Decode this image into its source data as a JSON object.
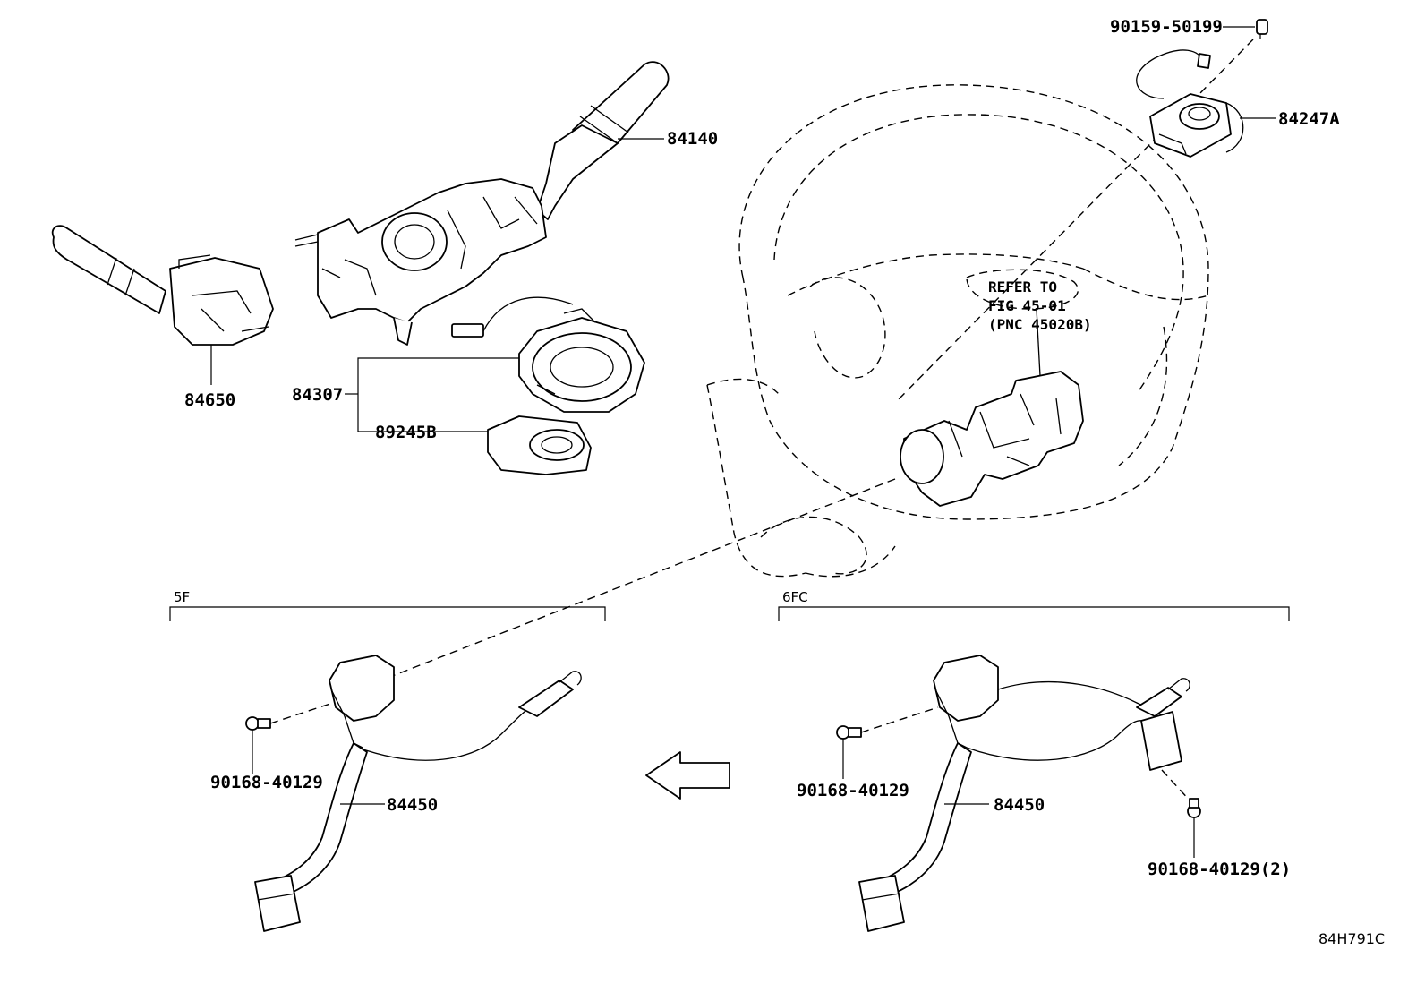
{
  "diagram": {
    "drawing_code": "84H791C",
    "variants": {
      "left": "5F",
      "right": "6FC"
    },
    "reference_note": [
      "REFER TO",
      "FIG 45-01",
      "(PNC 45020B)"
    ],
    "parts": {
      "screw_top": "90159-50199",
      "spiral_cable_sub": "84247A",
      "wiper_switch": "84140",
      "turn_signal_switch": "84650",
      "spiral_cable": "84307",
      "steering_sensor": "89245B",
      "screw_left": "90168-40129",
      "harness_left": "84450",
      "screw_right": "90168-40129",
      "harness_right": "84450",
      "screw_right_2": "90168-40129(2)"
    }
  }
}
